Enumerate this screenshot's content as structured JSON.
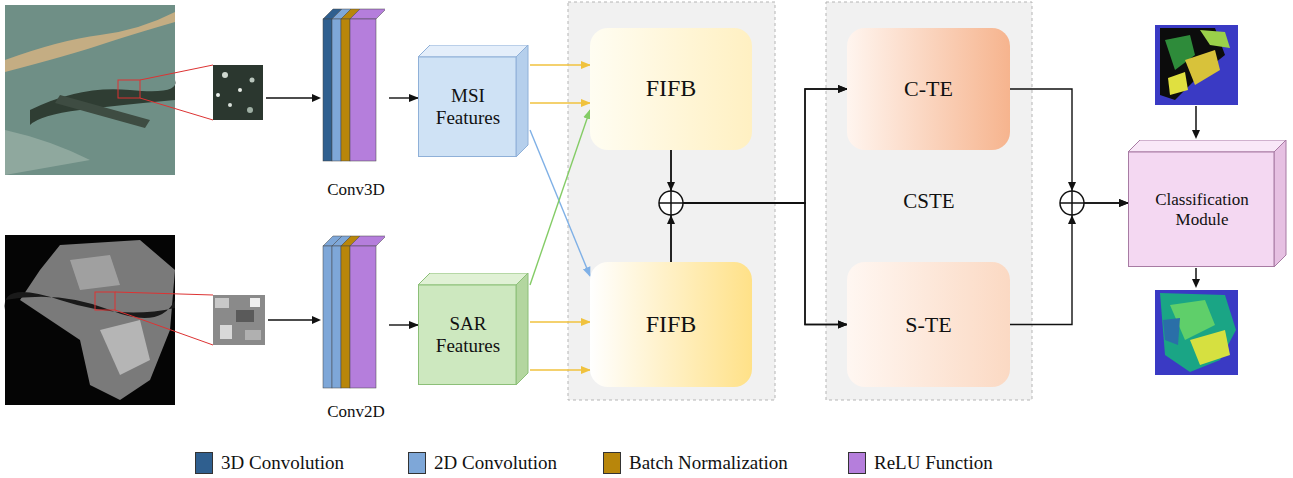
{
  "diagram": {
    "nodes": [
      {
        "text": [
          "Conv3D"
        ]
      },
      {
        "text": [
          "MSI Features"
        ]
      },
      {
        "text": [
          "Conv2D"
        ]
      },
      {
        "text": [
          "SAR Features"
        ]
      },
      {
        "text": [
          "FIFB"
        ]
      },
      {
        "text": [
          "FIFB"
        ]
      },
      {
        "text": [
          "CSTE"
        ]
      },
      {
        "text": [
          "C-TE"
        ],
        "in": 6
      },
      {
        "text": [
          "S-TE"
        ],
        "in": 6
      },
      {
        "text": [
          "Classification Module"
        ]
      }
    ],
    "edges": [
      {
        "from": 0,
        "to": 1,
        "arrow": "to"
      },
      {
        "from": 2,
        "to": 3,
        "arrow": "to"
      },
      {
        "from": 1,
        "to": 4,
        "arrow": "to"
      },
      {
        "from": 1,
        "to": 4,
        "arrow": "to"
      },
      {
        "from": 1,
        "to": 5,
        "arrow": "to"
      },
      {
        "from": 3,
        "to": 4,
        "arrow": "to"
      },
      {
        "from": 3,
        "to": 5,
        "arrow": "to"
      },
      {
        "from": 3,
        "to": 5,
        "arrow": "to"
      },
      {
        "from": 4,
        "to": 7,
        "arrow": "to"
      },
      {
        "from": 4,
        "to": 8,
        "arrow": "to"
      },
      {
        "from": 5,
        "to": 7,
        "arrow": "to"
      },
      {
        "from": 5,
        "to": 8,
        "arrow": "to"
      },
      {
        "from": 7,
        "to": 9,
        "arrow": "to"
      },
      {
        "from": 8,
        "to": 9,
        "arrow": "to"
      }
    ],
    "legend": [
      {
        "text": "3D Convolution",
        "color": "#2f5f8f"
      },
      {
        "text": "2D Convolution",
        "color": "#7ea7d8"
      },
      {
        "text": "Batch Normalization",
        "color": "#b8860b"
      },
      {
        "text": "ReLU Function",
        "color": "#b57edc"
      }
    ]
  }
}
